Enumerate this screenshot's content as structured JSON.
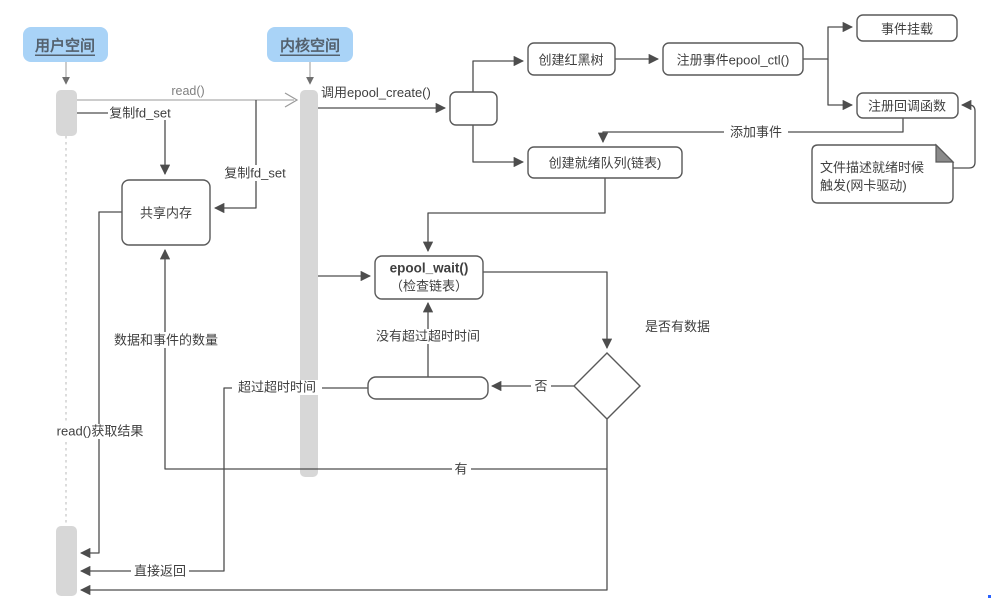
{
  "lanes": {
    "user_label": "用户空间",
    "kernel_label": "内核空间"
  },
  "nodes": {
    "create_rbtree": "创建红黑树",
    "register_event": "注册事件epool_ctl()",
    "event_mount": "事件挂载",
    "register_callback": "注册回调函数",
    "note_line1": "文件描述就绪时候",
    "note_line2": "触发(网卡驱动)",
    "ready_queue": "创建就绪队列(链表)",
    "shared_memory": "共享内存",
    "epool_wait_line1": "epool_wait()",
    "epool_wait_line2": "（检查链表）"
  },
  "edge_labels": {
    "read_call": "read()",
    "copy_fd_set_user": "复制fd_set",
    "copy_fd_set_kernel": "复制fd_set",
    "call_epool_create": "调用epool_create()",
    "add_event": "添加事件",
    "no_timeout": "没有超过超时时间",
    "timeout": "超过超时时间",
    "has_data_question": "是否有数据",
    "no": "否",
    "yes": "有",
    "data_event_count": "数据和事件的数量",
    "read_result": "read()获取结果",
    "direct_return": "直接返回"
  },
  "colors": {
    "lane_fill": "#a9d3f7",
    "lane_text": "#54616e",
    "bar_fill": "#d7d7d7",
    "line": "#4d4d4d",
    "line_light": "#9a9a9a",
    "box_border": "#595959",
    "artifact_dot": "#2962ff"
  }
}
